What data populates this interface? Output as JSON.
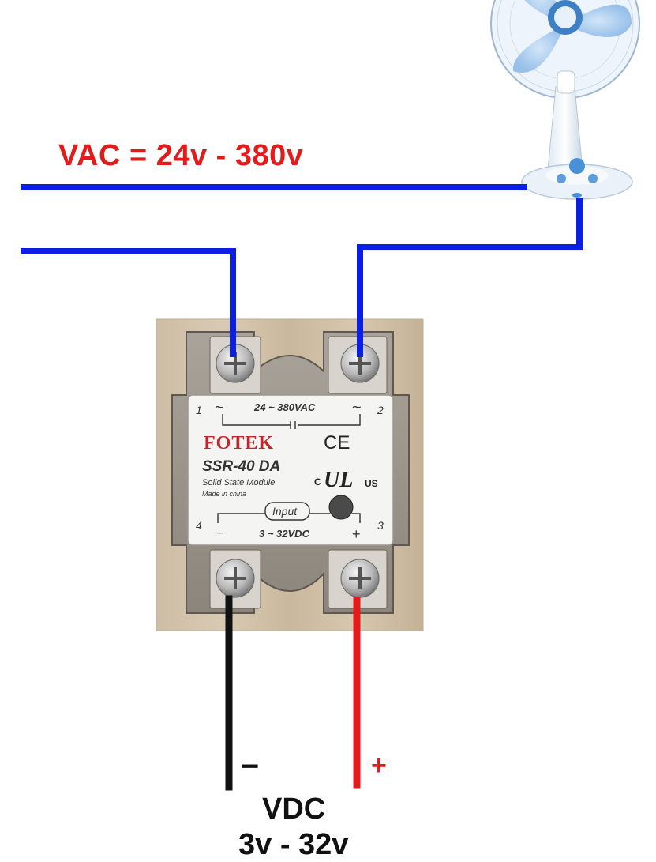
{
  "labels": {
    "vac": "VAC = 24v - 380v",
    "vdc": "VDC",
    "vdc_range": "3v - 32v",
    "minus": "−",
    "plus": "+"
  },
  "relay": {
    "brand": "FOTEK",
    "model": "SSR-40 DA",
    "subtitle": "Solid State Module",
    "made_in": "Made in china",
    "ac_rating": "24 ~ 380VAC",
    "dc_rating": "3 ~ 32VDC",
    "input_label": "Input",
    "ce_mark": "CE",
    "ul_mark": "UL",
    "ul_c": "C",
    "ul_us": "US",
    "terminal_1": "1",
    "terminal_2": "2",
    "terminal_3": "3",
    "terminal_4": "4",
    "tilde": "~",
    "term_minus": "−",
    "term_plus": "+"
  },
  "colors": {
    "ac_wire": "#0a1ee6",
    "positive_wire": "#e41b1b",
    "negative_wire": "#111111",
    "label_red": "#e41b1b"
  },
  "icons": {
    "fan": "desk-fan-icon",
    "relay": "solid-state-relay-icon"
  }
}
